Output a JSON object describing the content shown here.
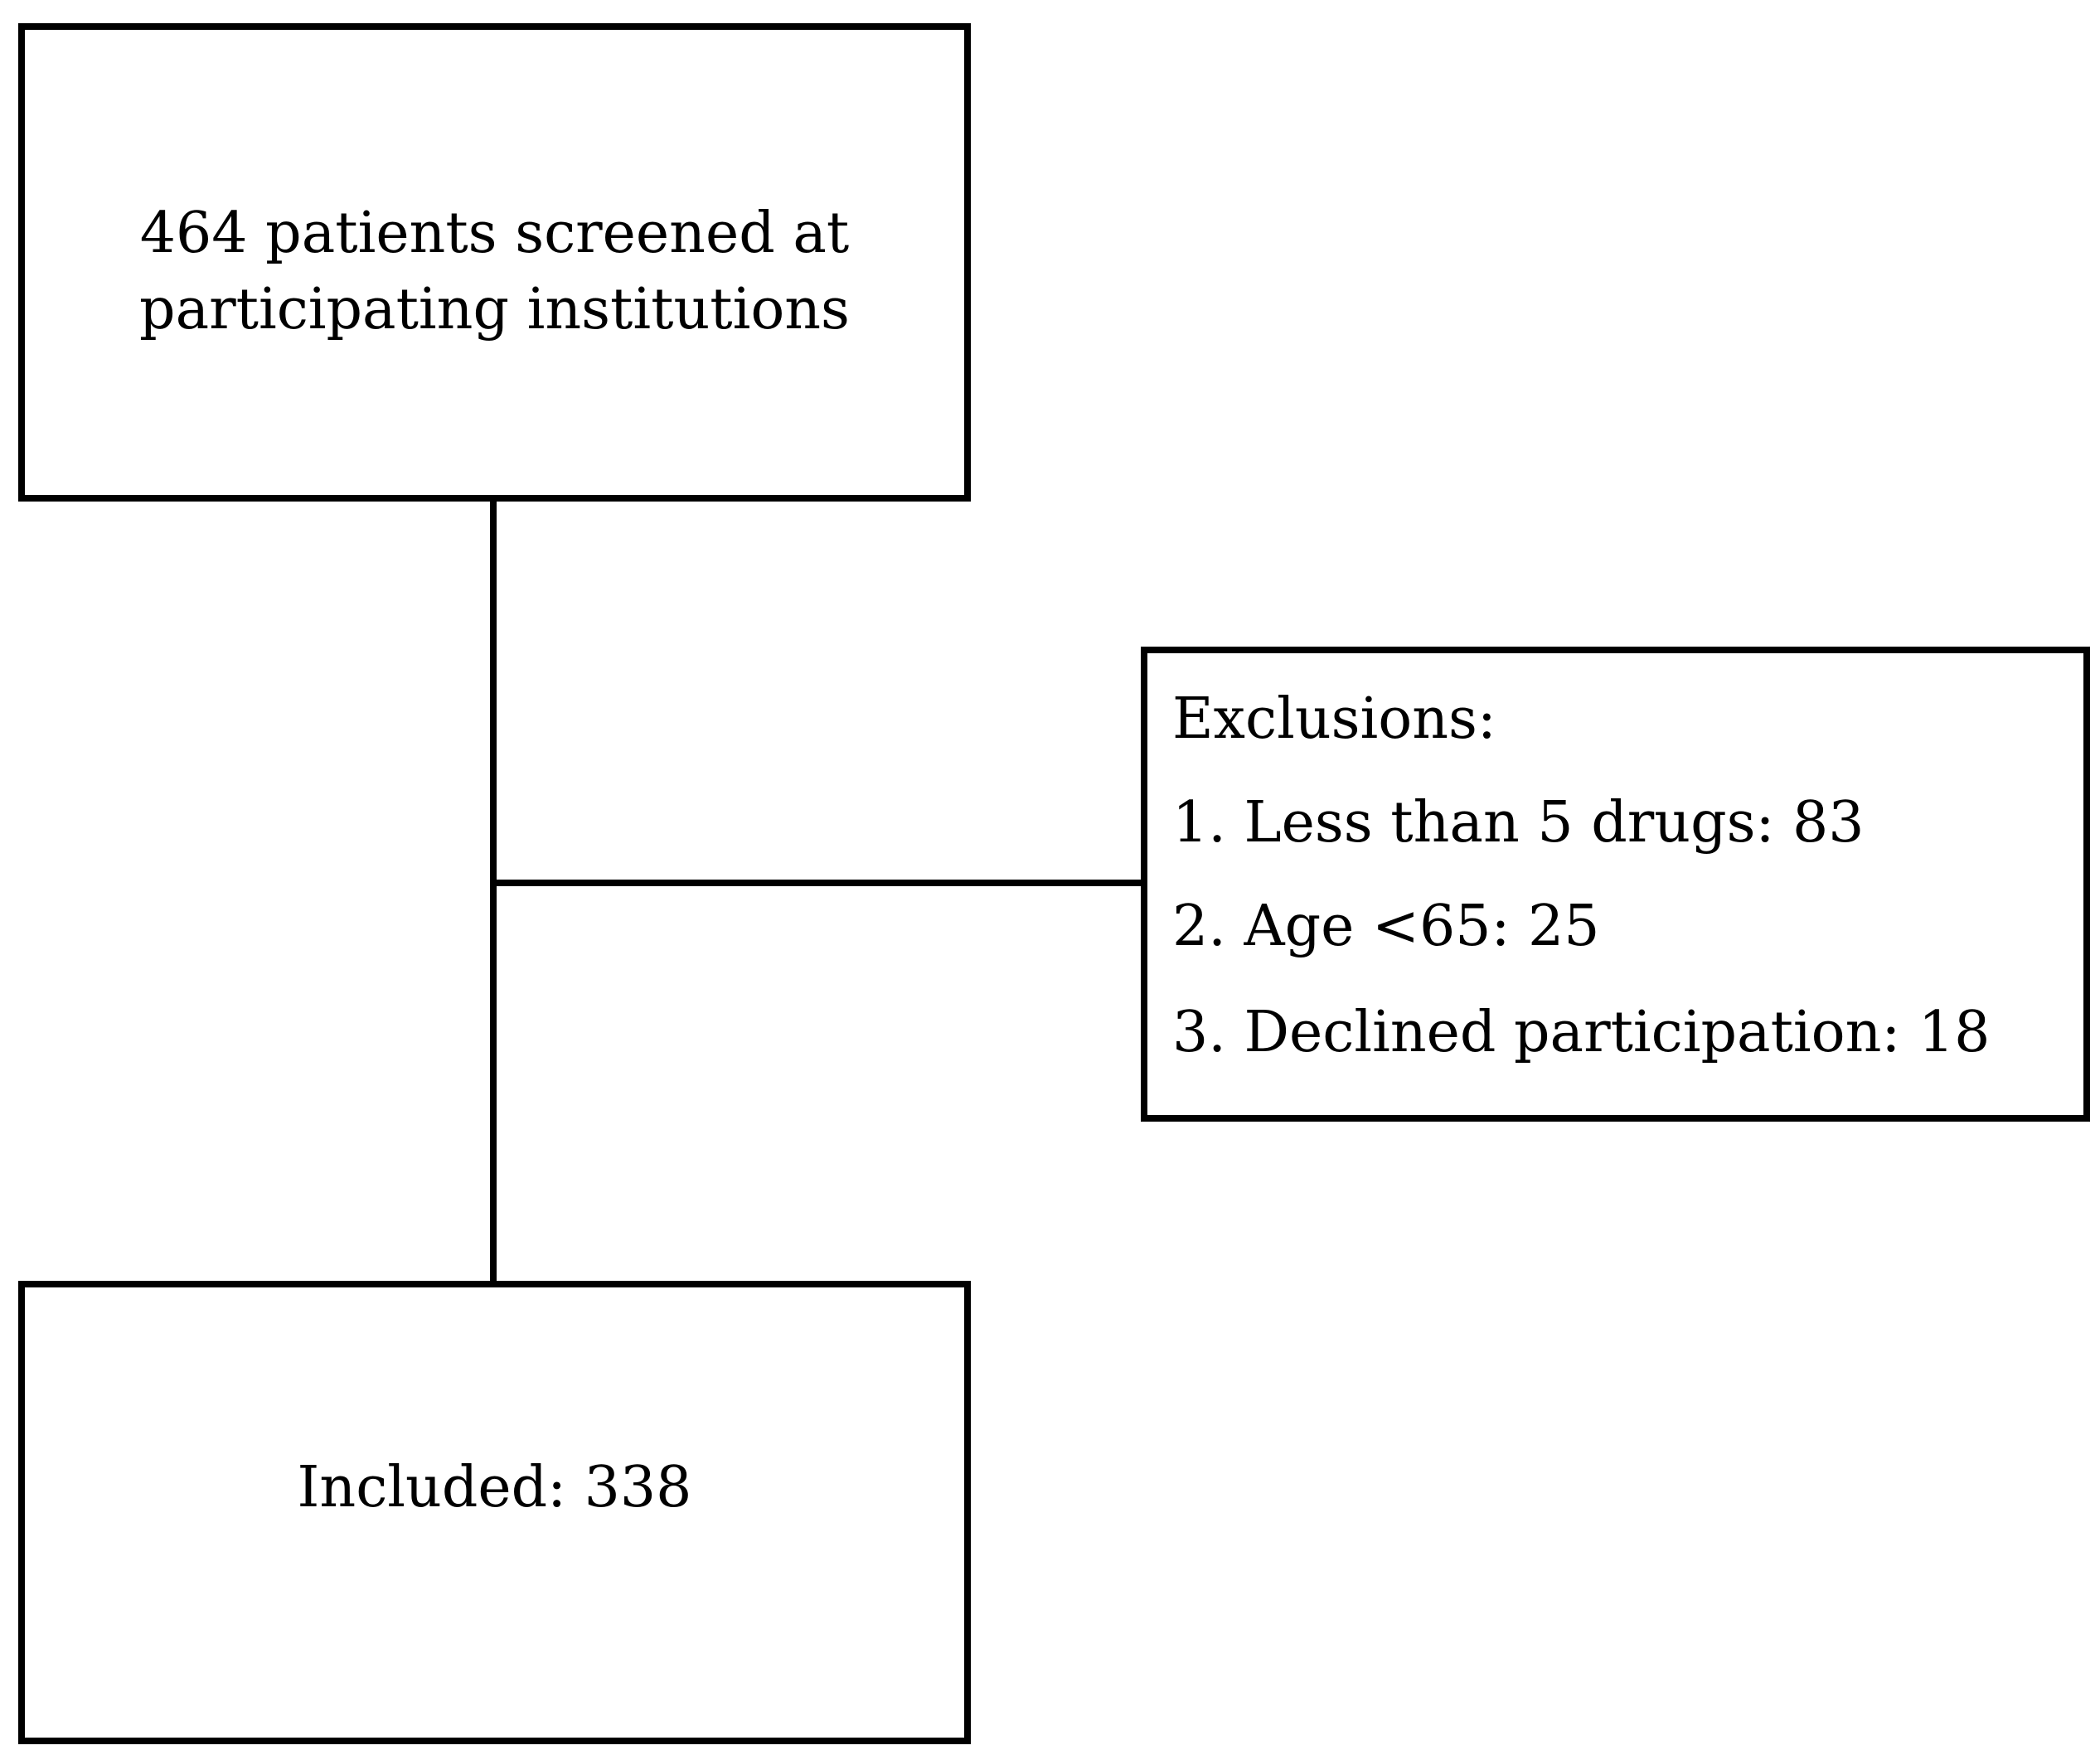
{
  "flowchart": {
    "screened": {
      "line1": "464 patients screened at",
      "line2": "participating institutions"
    },
    "exclusions": {
      "title": "Exclusions:",
      "items": [
        "1. Less than 5 drugs: 83",
        "2. Age <65: 25",
        "3. Declined participation: 18"
      ]
    },
    "included": {
      "label": "Included: 338"
    }
  },
  "colors": {
    "stroke": "#000000",
    "background": "#ffffff"
  }
}
